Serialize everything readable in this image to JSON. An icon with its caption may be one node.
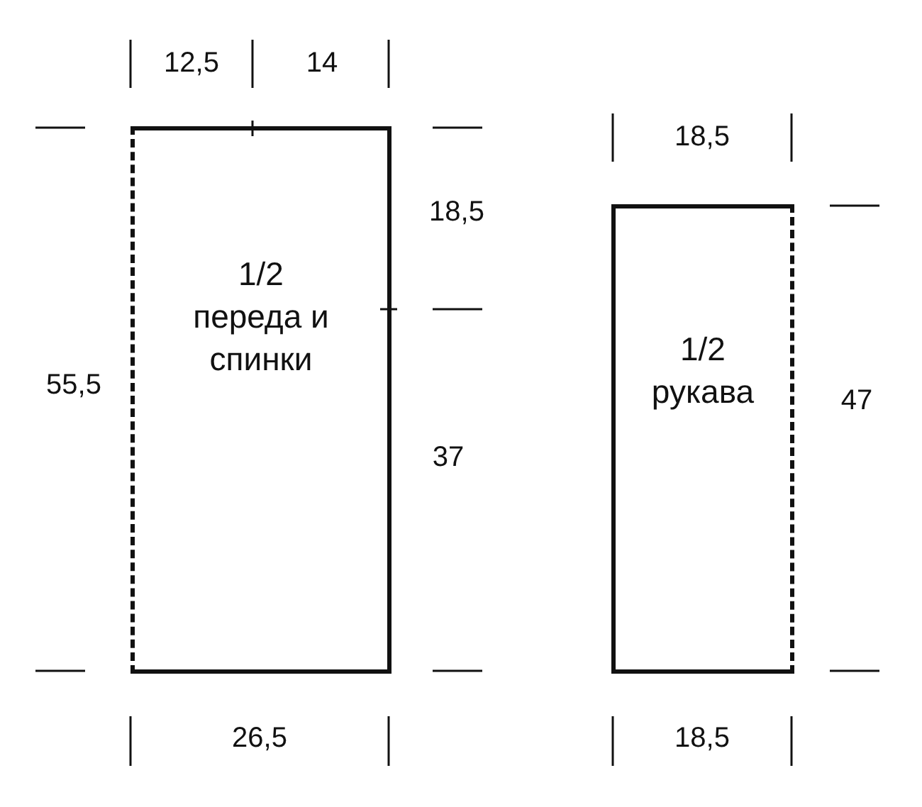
{
  "diagram": {
    "nodes": [
      {
        "text": [
          "1/2 переда и спинки"
        ]
      },
      {
        "text": [
          "1/2 рукава"
        ]
      }
    ],
    "labels": [
      "12,5",
      "14",
      "18,5",
      "18,5",
      "55,5",
      "47",
      "37",
      "26,5",
      "18,5"
    ]
  }
}
